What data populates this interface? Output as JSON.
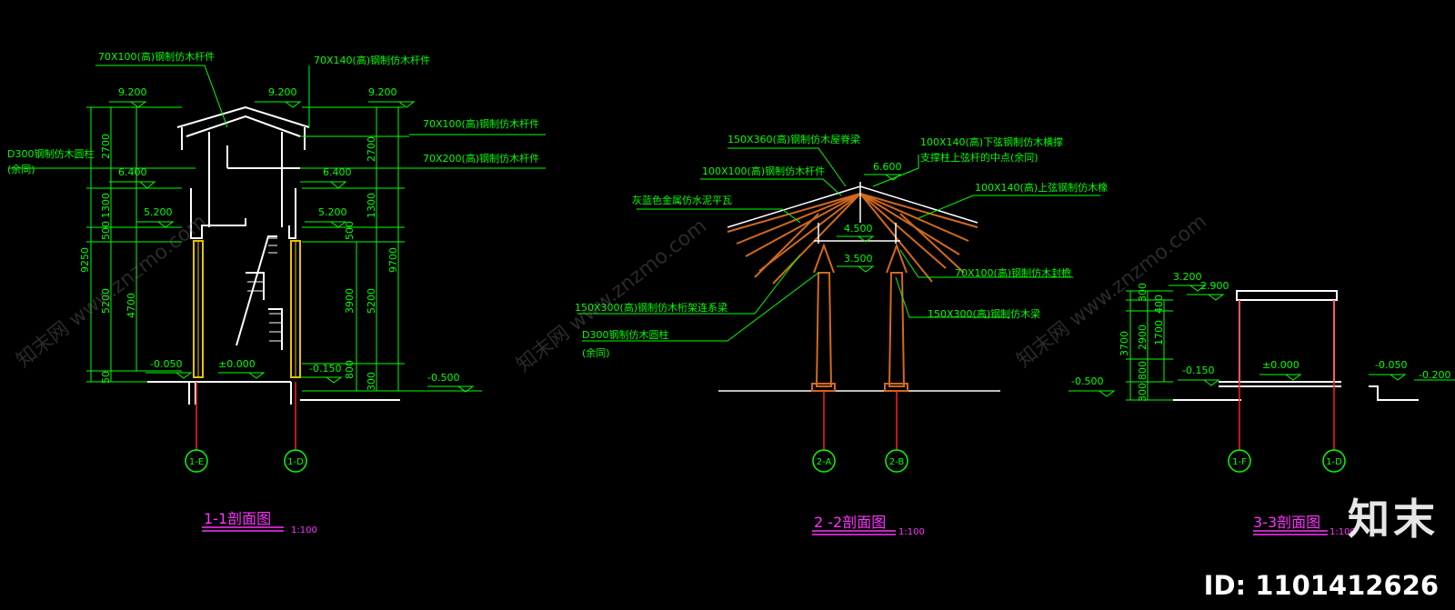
{
  "colors": {
    "background": "#000000",
    "dimension": "#00ff00",
    "annotation": "#00ff00",
    "structure": "#ffffff",
    "grid_axis": "#ff2020",
    "grid_bubble": "#00ff00",
    "title": "#ff33ff",
    "column_fill": "#e6c200",
    "timber": "#d2691e"
  },
  "watermark": {
    "logo": "知末",
    "id_text": "ID: 1101412626",
    "diagonal": [
      "知末网 www.znzmo.com",
      "知末网 www.znzmo.com",
      "知末网 www.znzmo.com"
    ]
  },
  "sections": [
    {
      "title": "1-1剖面图",
      "scale": "1:100",
      "notes": [
        "70X100(高)钢制仿木杆件",
        "70X140(高)钢制仿木杆件",
        "70X100(高)钢制仿木杆件",
        "70X200(高)钢制仿木杆件",
        "D300钢制仿木圆柱",
        "(余同)"
      ],
      "elevations": [
        "9.200",
        "9.200",
        "9.200",
        "6.400",
        "6.400",
        "5.200",
        "5.200",
        "-0.050",
        "±0.000",
        "-0.150",
        "-0.500"
      ],
      "dims_left": [
        "2700",
        "1300",
        "500",
        "5200",
        "4700",
        "50",
        "9250"
      ],
      "dims_right": [
        "2700",
        "1300",
        "500",
        "3900",
        "5200",
        "800",
        "300",
        "9700"
      ],
      "axes": [
        "1-E",
        "1-D"
      ]
    },
    {
      "title": "2 -2剖面图",
      "scale": "1:100",
      "notes": [
        "150X360(高)钢制仿木屋脊梁",
        "100X140(高)下弦钢制仿木横撑",
        "支撑柱上弦杆的中点(余同)",
        "100X100(高)钢制仿木杆件",
        "灰蓝色金属仿水泥平瓦",
        "100X140(高)上弦钢制仿木橡",
        "70X100(高)钢制仿木封檐",
        "150X300(高)钢制仿木梁",
        "150X300(高)钢制仿木桁架连系梁",
        "D300钢制仿木圆柱",
        "(余同)"
      ],
      "elevations": [
        "6.600",
        "4.500",
        "3.500"
      ],
      "axes": [
        "2-A",
        "2-B"
      ]
    },
    {
      "title": "3-3剖面图",
      "scale": "1:100",
      "elevations": [
        "3.200",
        "2.900",
        "±0.000",
        "-0.150",
        "-0.500",
        "-0.050",
        "-0.200"
      ],
      "dims": [
        "300",
        "400",
        "1700",
        "2900",
        "800",
        "300",
        "3700"
      ],
      "axes": [
        "1-F",
        "1-D"
      ]
    }
  ]
}
